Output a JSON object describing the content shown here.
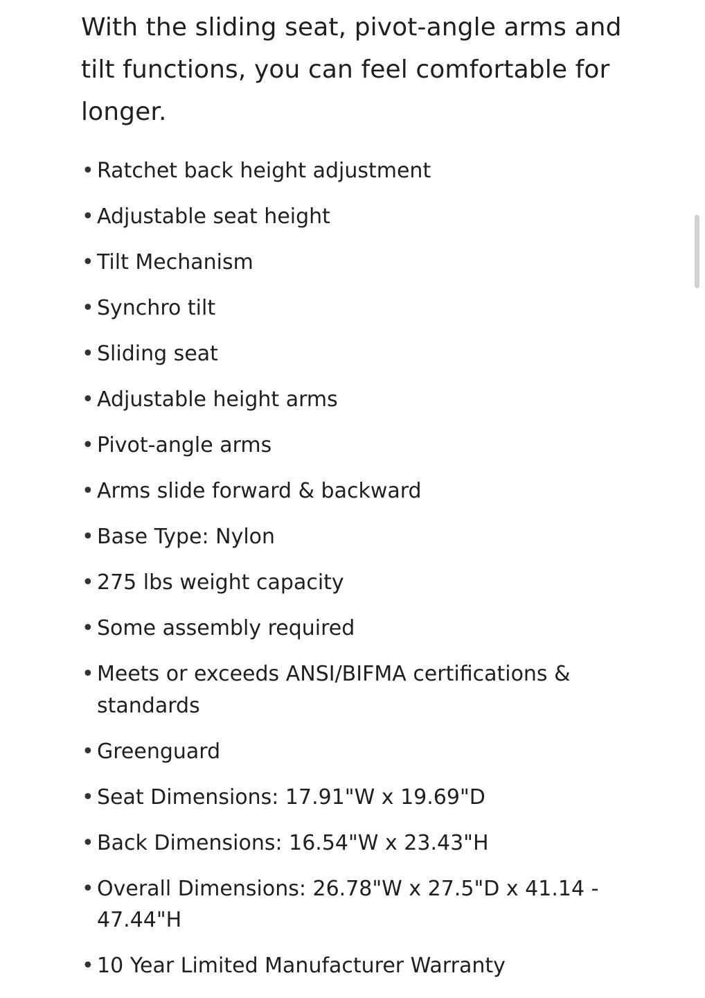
{
  "description": {
    "intro": "With the sliding seat, pivot-angle arms and tilt functions, you can feel comfortable for longer."
  },
  "features": {
    "bullet_char": "•",
    "items": [
      "Ratchet back height adjustment",
      "Adjustable seat height",
      "Tilt Mechanism",
      "Synchro tilt",
      "Sliding seat",
      "Adjustable height arms",
      "Pivot-angle arms",
      "Arms slide forward & backward",
      "Base Type: Nylon",
      "275 lbs weight capacity",
      "Some assembly required",
      "Meets or exceeds ANSI/BIFMA certifications & standards",
      "Greenguard",
      "Seat Dimensions: 17.91\"W x 19.69\"D",
      "Back Dimensions: 16.54\"W x 23.43\"H",
      "Overall Dimensions: 26.78\"W x 27.5\"D x 41.14 - 47.44\"H",
      "10 Year Limited Manufacturer Warranty"
    ]
  },
  "colors": {
    "text": "#1f1f1f",
    "background": "#ffffff",
    "scrollbar": "#d2d2d2"
  }
}
